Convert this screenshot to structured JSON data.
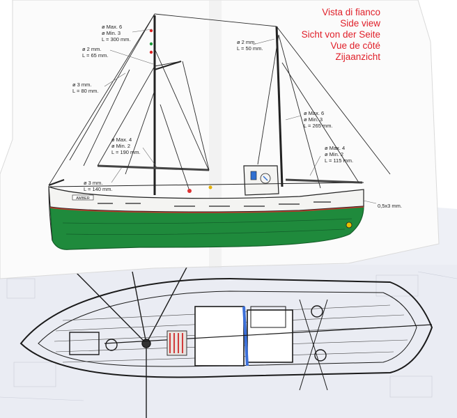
{
  "title_lines": [
    "Vista di fianco",
    "Side view",
    "Sicht von der Seite",
    "Vue de côté",
    "Zijaanzicht"
  ],
  "dimension_labels": {
    "foremast_top": [
      "ø Max. 6",
      "ø Min. 3",
      "L = 300 mm."
    ],
    "foremast_yard": [
      "ø 2 mm.",
      "L = 65 mm."
    ],
    "foremast_gaff": [
      "ø 3 mm.",
      "L = 80 mm."
    ],
    "foremast_boom": [
      "ø Max. 4",
      "ø Min. 2",
      "L = 190 mm."
    ],
    "bowsprit": [
      "ø 3 mm.",
      "L = 140 mm."
    ],
    "mizzen_top": [
      "ø 2 mm.",
      "L = 50 mm."
    ],
    "mizzen_mast": [
      "ø Max. 6",
      "ø Min. 3",
      "L = 265 mm."
    ],
    "mizzen_boom": [
      "ø Max. 4",
      "ø Min. 2",
      "L = 115 mm."
    ],
    "planking": [
      "0,5x3 mm."
    ]
  },
  "hull_nameplate": "AMBER",
  "colors": {
    "title_red": "#e0202a",
    "hull_green": "#1f8a3c",
    "hull_white": "#f4f4f2",
    "rigging": "#2a2a2a",
    "paper": "#fbfbfb",
    "lower_sheet": "#f0f1f6"
  }
}
